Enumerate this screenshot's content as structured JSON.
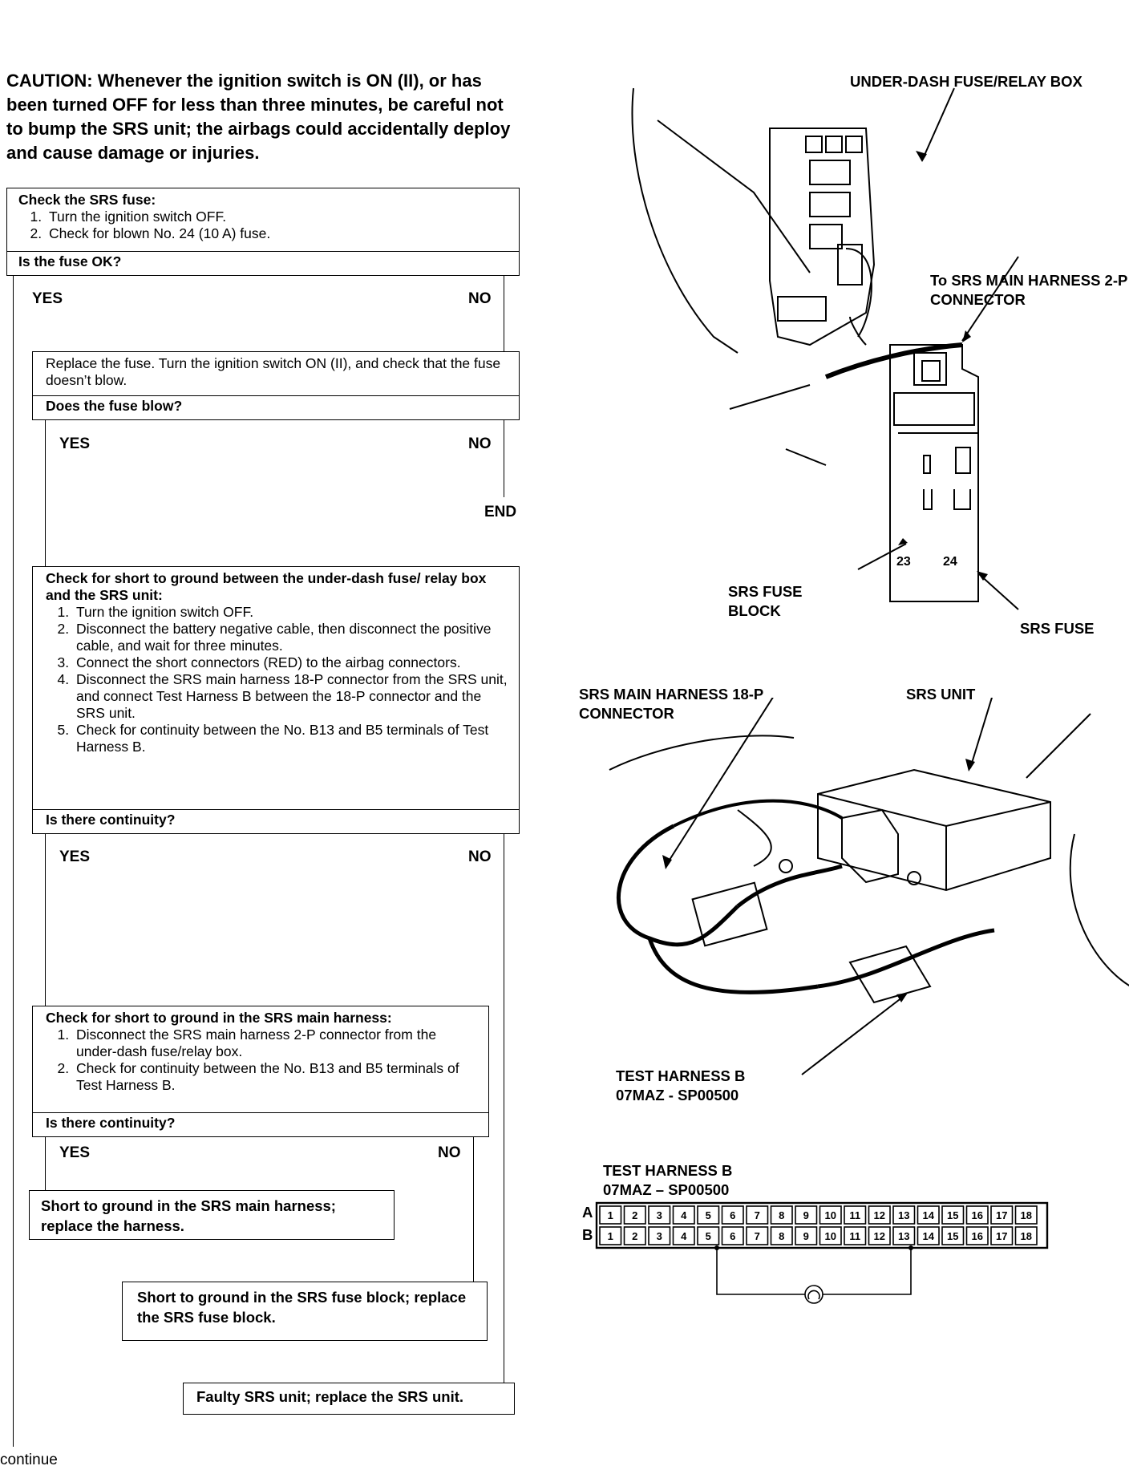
{
  "caution": "CAUTION: Whenever the ignition switch is ON (II), or has been turned OFF for less than three minutes, be careful not to bump the SRS unit; the airbags could accidentally deploy and cause damage or injuries.",
  "step1": {
    "title": "Check the SRS fuse:",
    "items": [
      "Turn the ignition switch OFF.",
      "Check for blown No. 24 (10 A) fuse."
    ],
    "question": "Is the fuse OK?",
    "yes": "YES",
    "no": "NO"
  },
  "step2": {
    "text": "Replace the fuse. Turn the ignition switch ON (II), and check that the fuse doesn’t blow.",
    "question": "Does the fuse blow?",
    "yes": "YES",
    "no": "NO",
    "end": "END"
  },
  "step3": {
    "title": "Check for short to ground between the under-dash fuse/ relay box and the SRS unit:",
    "items": [
      "Turn the ignition switch OFF.",
      "Disconnect the battery negative cable, then disconnect the positive cable, and wait for three minutes.",
      "Connect the short connectors (RED) to the airbag connectors.",
      "Disconnect the SRS main harness 18-P connector from the SRS unit, and connect Test Harness B between the 18-P connector and the SRS unit.",
      "Check for continuity between the No. B13 and B5 terminals of Test Harness B."
    ],
    "question": "Is there continuity?",
    "yes": "YES",
    "no": "NO"
  },
  "step4": {
    "title": "Check for short to ground in the SRS main harness:",
    "items": [
      "Disconnect the SRS main harness 2-P connector from the under-dash fuse/relay box.",
      "Check for continuity between the No. B13 and B5 terminals of Test Harness B."
    ],
    "question": "Is there continuity?",
    "yes": "YES",
    "no": "NO"
  },
  "results": {
    "harness": "Short to ground in the SRS main harness; replace the harness.",
    "fuse_block": "Short to ground in the SRS fuse block; replace the SRS fuse block.",
    "unit": "Faulty SRS unit; replace the SRS unit."
  },
  "diagram1": {
    "fuse_relay_box": "UNDER-DASH FUSE/RELAY BOX",
    "connector_2p": "To SRS MAIN HARNESS 2-P CONNECTOR",
    "fuse_block": "SRS FUSE BLOCK",
    "fuse": "SRS FUSE",
    "fuse_23": "23",
    "fuse_24": "24"
  },
  "diagram2": {
    "connector_18p": "SRS MAIN HARNESS 18-P CONNECTOR",
    "unit": "SRS UNIT",
    "test_harness": "TEST HARNESS B 07MAZ - SP00500"
  },
  "diagram3": {
    "title1": "TEST HARNESS B",
    "title2": "07MAZ – SP00500",
    "row_a": "A",
    "row_b": "B",
    "pins": [
      "1",
      "2",
      "3",
      "4",
      "5",
      "6",
      "7",
      "8",
      "9",
      "10",
      "11",
      "12",
      "13",
      "14",
      "15",
      "16",
      "17",
      "18"
    ]
  },
  "footer": "continue"
}
